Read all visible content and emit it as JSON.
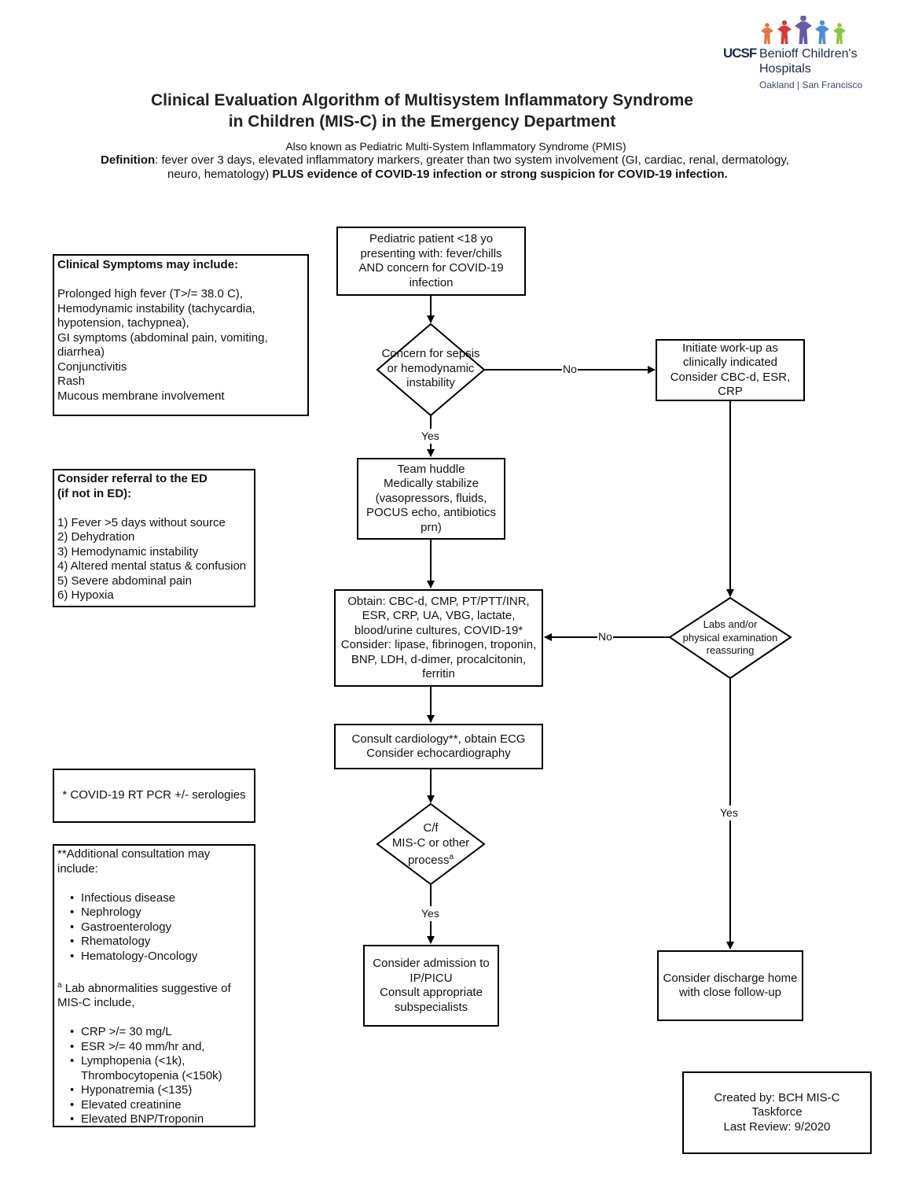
{
  "logo": {
    "org": "UCSF",
    "name_line1": "Benioff Children's",
    "name_line2": "Hospitals",
    "locations": "Oakland | San Francisco",
    "figure_colors": [
      "#e8743b",
      "#d9383a",
      "#6a5aa8",
      "#4a90d0",
      "#8cc63f"
    ]
  },
  "header": {
    "title_line1": "Clinical Evaluation Algorithm of Multisystem Inflammatory Syndrome",
    "title_line2": "in Children (MIS-C) in the Emergency Department",
    "aka": "Also known as  Pediatric Multi-System Inflammatory Syndrome (PMIS)",
    "definition_label": "Definition",
    "definition_text": ":   fever over 3 days, elevated inflammatory markers, greater than two system involvement (GI, cardiac, renal, dermatology,",
    "definition_line2": "neuro, hematology)",
    "definition_bold": "PLUS evidence of COVID-19 infection or strong suspicion  for COVID-19 infection."
  },
  "left_panels": {
    "symptoms": {
      "heading": "Clinical Symptoms may include:",
      "lines": [
        "Prolonged high fever (T>/= 38.0 C),",
        "Hemodynamic instability (tachycardia,",
        "hypotension, tachypnea),",
        "GI symptoms (abdominal pain, vomiting,",
        "diarrhea)",
        "Conjunctivitis",
        "Rash",
        "Mucous membrane involvement"
      ]
    },
    "referral": {
      "heading_line1": "Consider referral to the ED",
      "heading_line2": "(if not in ED):",
      "items": [
        "1) Fever >5 days without source",
        "2) Dehydration",
        "3) Hemodynamic instability",
        "4) Altered mental status & confusion",
        "5) Severe abdominal pain",
        "6) Hypoxia"
      ]
    },
    "covid_note": "* COVID-19 RT PCR +/- serologies",
    "consult": {
      "heading_line1": "**Additional consultation may",
      "heading_line2": "include:",
      "items": [
        "Infectious disease",
        "Nephrology",
        "Gastroenterology",
        "Rhematology",
        "Hematology-Oncology"
      ],
      "lab_sup": "a",
      "lab_heading_line1": " Lab abnormalities suggestive of",
      "lab_heading_line2": "MIS-C include,",
      "lab_items": [
        "CRP >/= 30 mg/L",
        "ESR >/=  40 mm/hr and,",
        "Lymphopenia (<1k),",
        "Thrombocytopenia (<150k)",
        "Hyponatremia (<135)",
        "Elevated creatinine",
        "Elevated BNP/Troponin"
      ]
    }
  },
  "flow": {
    "start": [
      "Pediatric patient <18 yo",
      "presenting with:  fever/chills",
      "AND concern for COVID-19",
      "infection"
    ],
    "decision_sepsis": [
      "Concern for sepsis",
      "or hemodynamic",
      "instability"
    ],
    "label_no_1": "No",
    "label_yes_1": "Yes",
    "workup": [
      "Initiate work-up as",
      "clinically indicated",
      "Consider CBC-d, ESR,",
      "CRP"
    ],
    "huddle": [
      "Team huddle",
      "Medically stabilize",
      "(vasopressors, fluids,",
      "POCUS echo, antibiotics",
      "prn)"
    ],
    "obtain": [
      "Obtain:  CBC-d, CMP, PT/PTT/INR,",
      "ESR, CRP, UA, VBG, lactate,",
      "blood/urine cultures, COVID-19*",
      "Consider: lipase, fibrinogen, troponin,",
      "BNP, LDH, d-dimer, procalcitonin,",
      "ferritin"
    ],
    "decision_labs": [
      "Labs and/or",
      "physical examination",
      "reassuring"
    ],
    "label_no_2": "No",
    "cardiology": [
      "Consult cardiology**, obtain ECG",
      "Consider echocardiography"
    ],
    "decision_misc": [
      "C/f",
      "MIS-C or other",
      "process"
    ],
    "decision_misc_sup": "a",
    "label_yes_2": "Yes",
    "label_yes_3": "Yes",
    "admission": [
      "Consider admission to",
      "IP/PICU",
      "Consult appropriate",
      "subspecialists"
    ],
    "discharge": [
      "Consider discharge home",
      "with close follow-up"
    ]
  },
  "footer": [
    "Created by: BCH MIS-C",
    "Taskforce",
    "Last Review:  9/2020"
  ]
}
